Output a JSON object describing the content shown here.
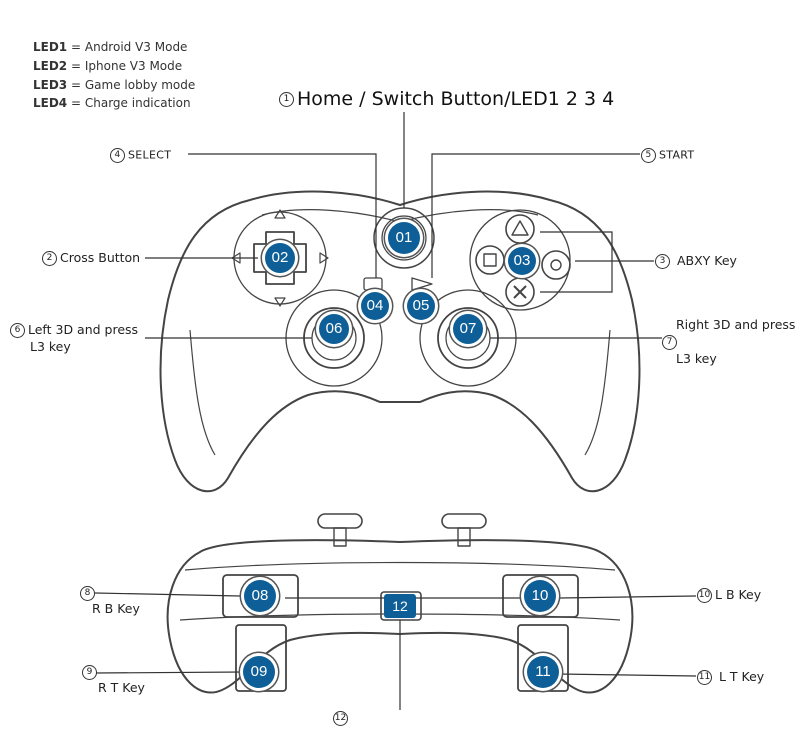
{
  "legend": [
    {
      "key": "LED1",
      "eq": "=",
      "text": "Android V3 Mode"
    },
    {
      "key": "LED2",
      "eq": "=",
      "text": "Iphone V3 Mode"
    },
    {
      "key": "LED3",
      "eq": "=",
      "text": "Game lobby mode"
    },
    {
      "key": "LED4",
      "eq": "=",
      "text": "Charge indication"
    }
  ],
  "callouts": {
    "c1": {
      "num": "1",
      "text": "Home / Switch Button/LED1 2 3 4"
    },
    "c2": {
      "num": "2",
      "text": "Cross Button"
    },
    "c3": {
      "num": "3",
      "text": "ABXY Key"
    },
    "c4": {
      "num": "4",
      "text": "SELECT"
    },
    "c5": {
      "num": "5",
      "text": "START"
    },
    "c6": {
      "num": "6",
      "line1": "Left 3D and press",
      "line2": "L3 key"
    },
    "c7": {
      "num": "7",
      "line1": "Right 3D and press",
      "line2": "L3 key"
    },
    "c8": {
      "num": "8",
      "text": "R B Key"
    },
    "c9": {
      "num": "9",
      "text": "R T Key"
    },
    "c10": {
      "num": "10",
      "text": "L B Key"
    },
    "c11": {
      "num": "11",
      "text": "L T Key"
    },
    "c12": {
      "num": "12"
    }
  },
  "badges": {
    "b01": "01",
    "b02": "02",
    "b03": "03",
    "b04": "04",
    "b05": "05",
    "b06": "06",
    "b07": "07",
    "b08": "08",
    "b09": "09",
    "b10": "10",
    "b11": "11",
    "b12": "12"
  },
  "colors": {
    "badge": "#0e5f98",
    "line": "#333333",
    "outline": "#444444"
  }
}
